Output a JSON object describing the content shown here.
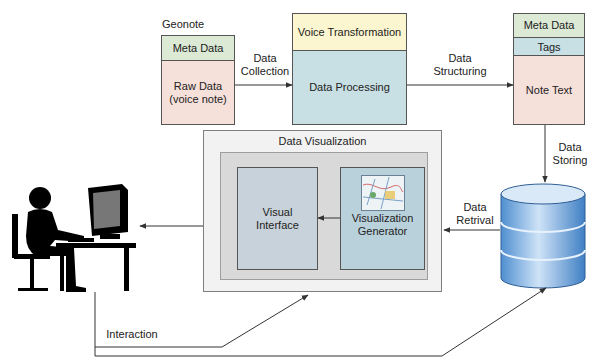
{
  "diagram": {
    "nodes": [
      {
        "text": [
          "Geonote"
        ]
      },
      {
        "text": [
          "Meta Data"
        ],
        "in": 0
      },
      {
        "text": [
          "Raw Data (voice note)"
        ],
        "in": 0
      },
      {
        "text": [
          "Voice Transformation"
        ]
      },
      {
        "text": [
          "Data Processing"
        ]
      },
      {
        "text": [
          "Meta Data"
        ]
      },
      {
        "text": [
          "Tags"
        ]
      },
      {
        "text": [
          "Note Text"
        ]
      },
      {
        "text": [
          "Data Visualization"
        ]
      },
      {
        "text": [
          "Visual Interface"
        ],
        "in": 8
      },
      {
        "text": [
          "Visualization Generator"
        ],
        "in": 8
      }
    ],
    "edges": [
      {
        "from": 0,
        "to": 4,
        "label": "Data Collection",
        "arrow": "to"
      },
      {
        "from": 4,
        "to": 7,
        "label": "Data Structuring",
        "arrow": "to"
      },
      {
        "from": 10,
        "to": 9,
        "arrow": "to"
      }
    ],
    "labels": [
      "Data Storing",
      "Data Retrival",
      "Interaction"
    ]
  }
}
